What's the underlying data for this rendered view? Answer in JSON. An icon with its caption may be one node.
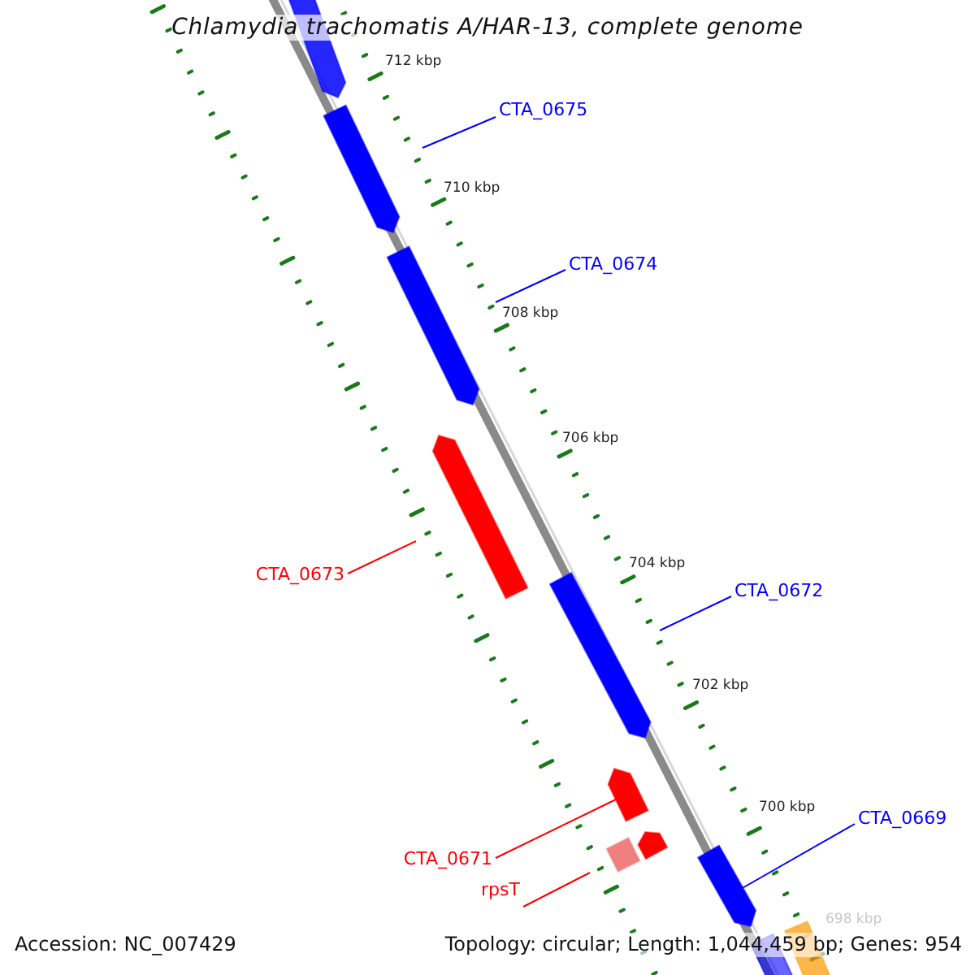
{
  "diagram": {
    "title": "Chlamydia trachomatis A/HAR-13, complete genome",
    "nodes": [
      {
        "text": [],
        "shape": "arrow"
      },
      {
        "text": [
          "CTA_0675"
        ]
      },
      {
        "text": [],
        "shape": "arrow"
      },
      {
        "text": [
          "CTA_0674"
        ]
      },
      {
        "text": [],
        "shape": "arrow"
      },
      {
        "text": [],
        "shape": "arrow"
      },
      {
        "text": [
          "CTA_0673"
        ]
      },
      {
        "text": [
          "CTA_0672"
        ]
      },
      {
        "text": [],
        "shape": "arrow"
      },
      {
        "text": [],
        "shape": "arrow"
      },
      {
        "text": [],
        "shape": "arrow"
      },
      {
        "text": [
          "CTA_0671"
        ]
      },
      {
        "text": [],
        "shape": "bar"
      },
      {
        "text": [
          "rpsT"
        ]
      },
      {
        "text": [
          "CTA_0669"
        ]
      },
      {
        "text": [],
        "shape": "arrow"
      },
      {
        "text": [],
        "shape": "bar"
      },
      {
        "text": [],
        "shape": "bar"
      }
    ],
    "edges": [
      {
        "from": 1,
        "to": 2,
        "arrow": "none"
      },
      {
        "from": 3,
        "to": 4,
        "arrow": "none"
      },
      {
        "from": 6,
        "to": 5,
        "arrow": "none",
        "color": "#ff0000"
      },
      {
        "from": 7,
        "to": 8,
        "arrow": "none"
      },
      {
        "from": 11,
        "to": 9,
        "arrow": "none",
        "color": "#ff0000"
      },
      {
        "from": 13,
        "to": 12,
        "arrow": "none",
        "color": "#ff0000"
      },
      {
        "from": 14,
        "to": 15,
        "arrow": "none"
      }
    ],
    "labels": [
      "712 kbp",
      "710 kbp",
      "708 kbp",
      "706 kbp",
      "704 kbp",
      "702 kbp",
      "700 kbp",
      "698 kbp",
      "Accession: NC_007429",
      "Topology: circular; Length: 1,044,459 bp; Genes: 954"
    ]
  }
}
